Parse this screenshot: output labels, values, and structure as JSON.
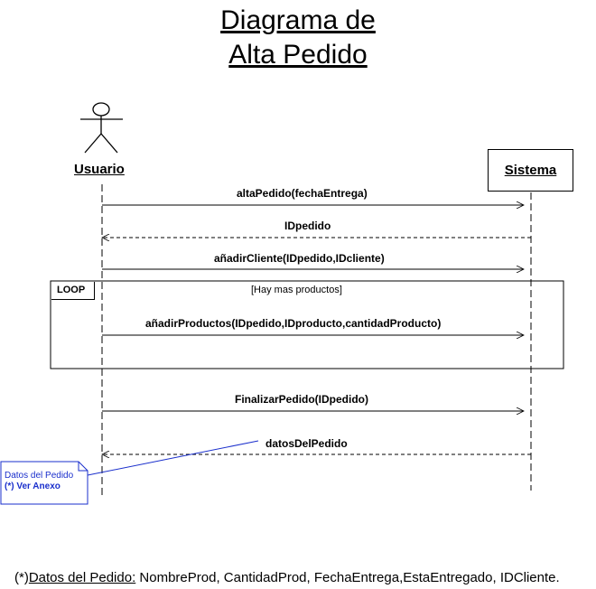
{
  "title_line1": "Diagrama de",
  "title_line2": "Alta Pedido",
  "actor_usuario": "Usuario",
  "actor_sistema": "Sistema",
  "messages": [
    "altaPedido(fechaEntrega)",
    "IDpedido",
    "añadirCliente(IDpedido,IDcliente)",
    "añadirProductos(IDpedido,IDproducto,cantidadProducto)",
    "FinalizarPedido(IDpedido)",
    "datosDelPedido"
  ],
  "loop_label": "LOOP",
  "loop_guard": "[Hay mas productos]",
  "note_line1": "Datos del Pedido",
  "note_line2": "(*) Ver Anexo",
  "footer_prefix": "(*)",
  "footer_link": "Datos del Pedido:",
  "footer_rest": " NombreProd, CantidadProd, FechaEntrega,EstaEntregado, IDCliente.",
  "colors": {
    "note_blue": "#1a2fcc"
  }
}
